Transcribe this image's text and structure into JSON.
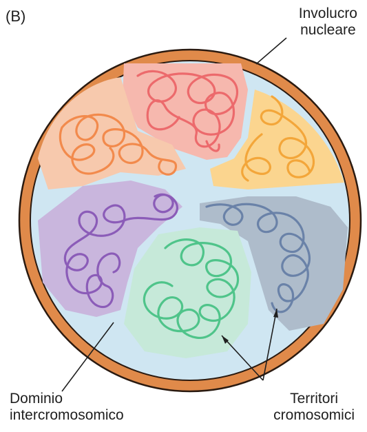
{
  "panel_label": "(B)",
  "labels": {
    "nuclear_envelope": [
      "Involucro",
      "nucleare"
    ],
    "interchromosomal_domain": [
      "Dominio",
      "intercromosomico"
    ],
    "chromosome_territories": [
      "Territori",
      "cromosomici"
    ]
  },
  "colors": {
    "envelope": "#e08a4a",
    "envelope_stroke": "#2a1a10",
    "nucleoplasm": "#cfe6f2",
    "territory_red_bg": "#f6b8ae",
    "territory_red_line": "#ec6a6c",
    "territory_orange_bg": "#f7c9ad",
    "territory_orange_line": "#f28a4c",
    "territory_yellow_bg": "#fbd58f",
    "territory_yellow_line": "#f3a63a",
    "territory_grey_bg": "#aebccb",
    "territory_grey_line": "#6a82a8",
    "territory_green_bg": "#c6e9d9",
    "territory_green_line": "#4fc48a",
    "territory_purple_bg": "#c9b6dd",
    "territory_purple_line": "#8b5cb8"
  },
  "chromosome_territories": [
    "red",
    "orange",
    "yellow",
    "grey",
    "green",
    "purple"
  ]
}
